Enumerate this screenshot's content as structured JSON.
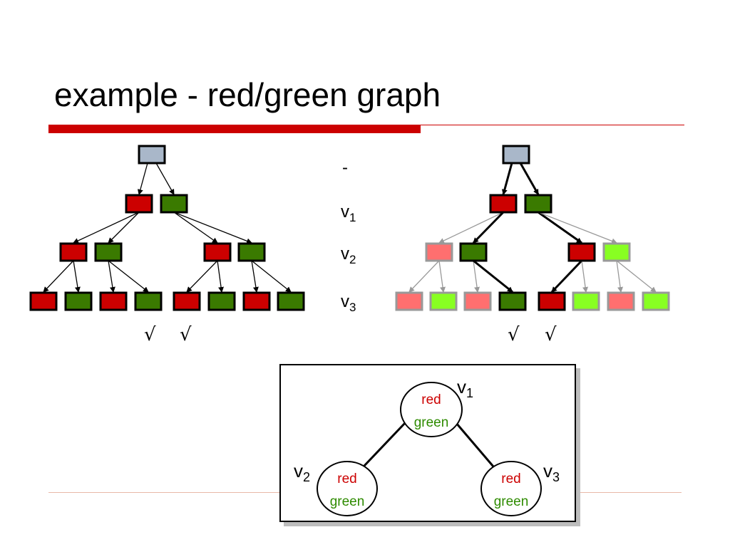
{
  "title": "example - red/green graph",
  "levels": {
    "root": "-",
    "l1": {
      "v": "v",
      "sub": "1"
    },
    "l2": {
      "v": "v",
      "sub": "2"
    },
    "l3": {
      "v": "v",
      "sub": "3"
    }
  },
  "checkmark": "√",
  "graph": {
    "v1": {
      "v": "v",
      "sub": "1",
      "red": "red",
      "green": "green"
    },
    "v2": {
      "v": "v",
      "sub": "2",
      "red": "red",
      "green": "green"
    },
    "v3": {
      "v": "v",
      "sub": "3",
      "red": "red",
      "green": "green"
    }
  },
  "colors": {
    "root_fill": "#a9b7c9",
    "red": "#cc0000",
    "green": "#3a7a00",
    "pale_red": "#ff6f6f",
    "pale_green": "#88ff22",
    "pale_border": "#999999",
    "accent_rule": "#cc0000"
  },
  "trees": {
    "left": {
      "l1": [
        "red",
        "green"
      ],
      "l2": [
        "red",
        "green",
        "red",
        "green"
      ],
      "l3": [
        "red",
        "green",
        "red",
        "green",
        "red",
        "green",
        "red",
        "green"
      ],
      "checked_leaves": [
        3,
        4
      ]
    },
    "right": {
      "l1": [
        "red",
        "green"
      ],
      "l2": [
        "pale-red",
        "green",
        "red",
        "pale-green"
      ],
      "l3": [
        "pale-red",
        "pale-green",
        "pale-red",
        "green",
        "red",
        "pale-green",
        "pale-red",
        "pale-green"
      ],
      "checked_leaves": [
        3,
        4
      ]
    }
  }
}
